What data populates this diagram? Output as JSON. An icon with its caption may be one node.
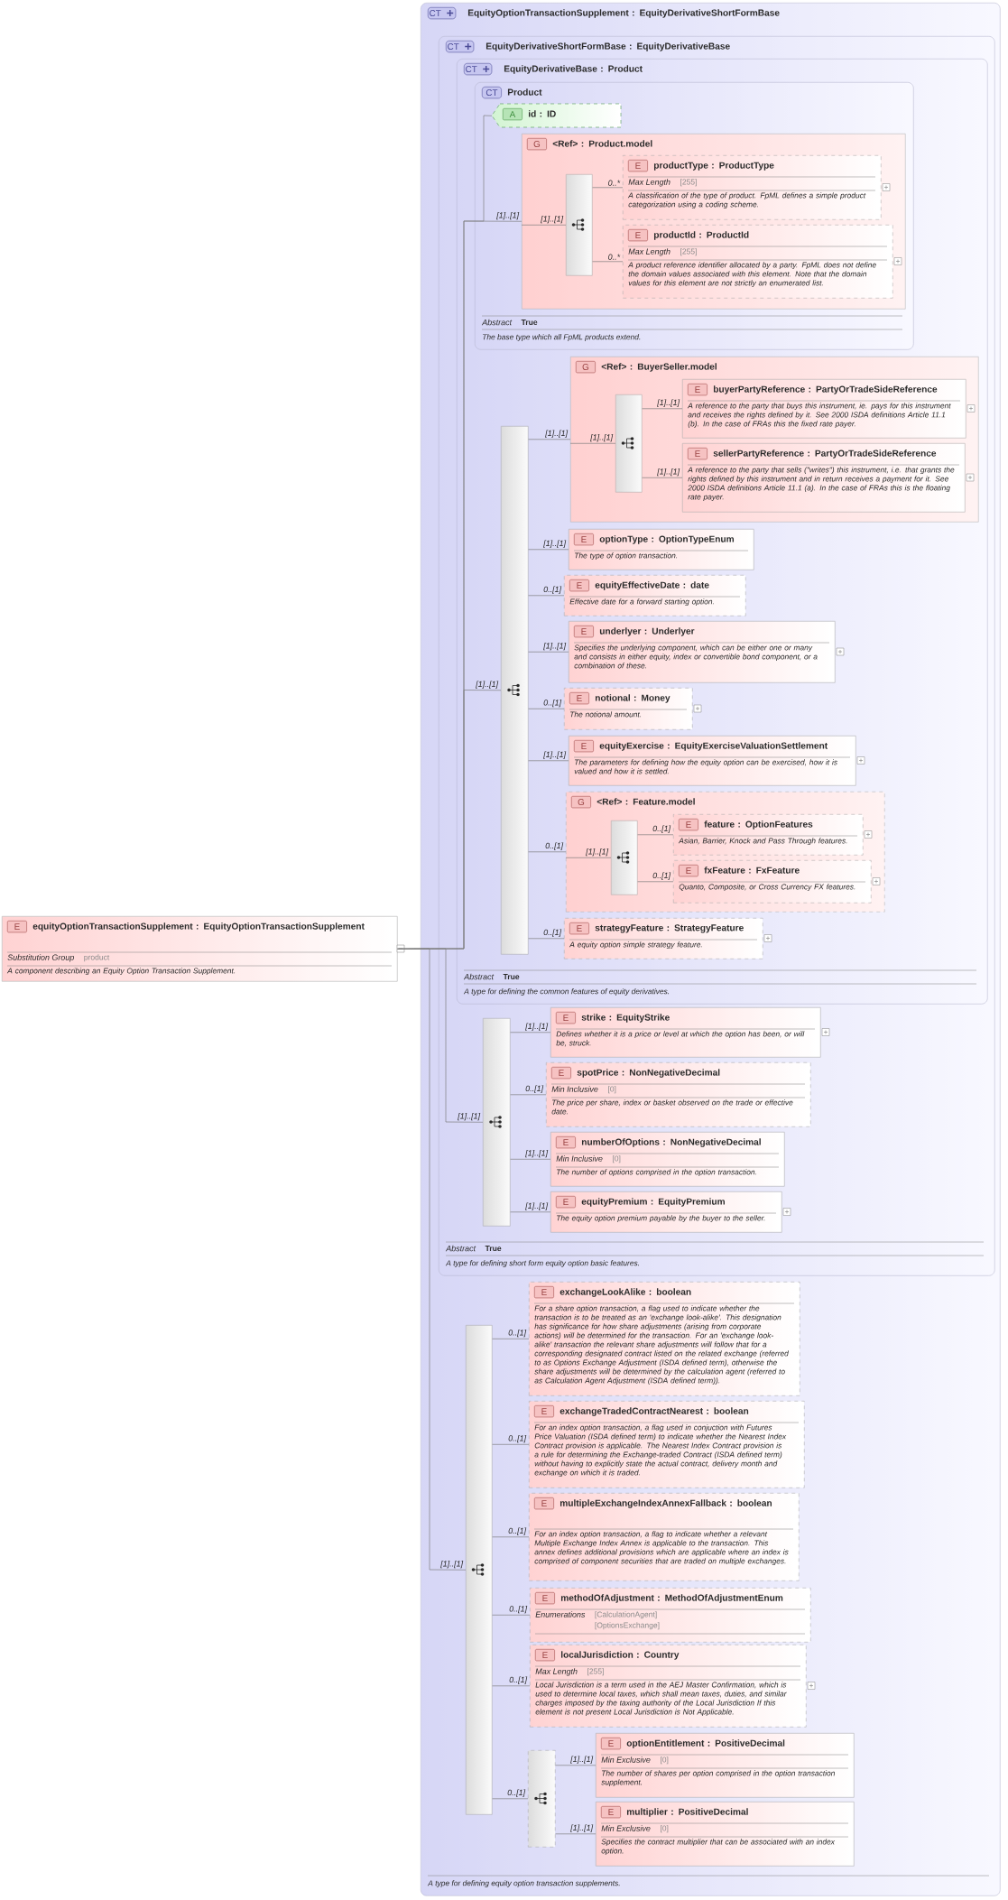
{
  "diagram": {
    "nodes": [
      {
        "text": [
          "E",
          "equityOptionTransactionSupplement : EquityOptionTransactionSupplement",
          "Substitution Group",
          "product",
          "A component describing an Equity Option Transaction Supplement."
        ]
      },
      {
        "text": [
          "CT",
          "EquityOptionTransactionSupplement : EquityDerivativeShortFormBase",
          "A type for defining equity option transaction supplements."
        ]
      },
      {
        "text": [
          "CT",
          "EquityDerivativeShortFormBase : EquityDerivativeBase",
          "Abstract",
          "True",
          "A type for defining short form equity option basic features."
        ],
        "in": 1
      },
      {
        "text": [
          "CT",
          "EquityDerivativeBase : Product",
          "Abstract",
          "True",
          "A type for defining the common features of equity derivatives."
        ],
        "in": 2
      },
      {
        "text": [
          "CT",
          "Product",
          "Abstract",
          "True",
          "The base type which all FpML products extend."
        ],
        "in": 3
      },
      {
        "text": [
          "A",
          "id : ID"
        ],
        "in": 4
      },
      {
        "text": [
          "G",
          "<Ref> : Product.model"
        ],
        "in": 4
      },
      {
        "text": [],
        "shape": "bar",
        "in": 6
      },
      {
        "text": [
          "E",
          "productType : ProductType",
          "Max Length",
          "[255]",
          "A classification of the type of product. FpML defines a simple product categorization using a coding scheme."
        ],
        "in": 6
      },
      {
        "text": [
          "E",
          "productId : ProductId",
          "Max Length",
          "[255]",
          "A product reference identifier allocated by a party. FpML does not define the domain values associated with this element. Note that the domain values for this element are not strictly an enumerated list."
        ],
        "in": 6
      },
      {
        "text": [],
        "shape": "bar",
        "in": 3
      },
      {
        "text": [
          "G",
          "<Ref> : BuyerSeller.model"
        ],
        "in": 3
      },
      {
        "text": [],
        "shape": "bar",
        "in": 11
      },
      {
        "text": [
          "E",
          "buyerPartyReference : PartyOrTradeSideReference",
          "A reference to the party that buys this instrument, ie. pays for this instrument and receives the rights defined by it. See 2000 ISDA definitions Article 11.1 (b). In the case of FRAs this the fixed rate payer."
        ],
        "in": 11
      },
      {
        "text": [
          "E",
          "sellerPartyReference : PartyOrTradeSideReference",
          "A reference to the party that sells (\"writes\") this instrument, i.e. that grants the rights defined by this instrument and in return receives a payment for it. See 2000 ISDA definitions Article 11.1 (a). In the case of FRAs this is the floating rate payer."
        ],
        "in": 11
      },
      {
        "text": [
          "E",
          "optionType : OptionTypeEnum",
          "The type of option transaction."
        ],
        "in": 3
      },
      {
        "text": [
          "E",
          "equityEffectiveDate : date",
          "Effective date for a forward starting option."
        ],
        "in": 3
      },
      {
        "text": [
          "E",
          "underlyer : Underlyer",
          "Specifies the underlying component, which can be either one or many and consists in either equity, index or convertible bond component, or a combination of these."
        ],
        "in": 3
      },
      {
        "text": [
          "E",
          "notional : Money",
          "The notional amount."
        ],
        "in": 3
      },
      {
        "text": [
          "E",
          "equityExercise : EquityExerciseValuationSettlement",
          "The parameters for defining how the equity option can be exercised, how it is valued and how it is settled."
        ],
        "in": 3
      },
      {
        "text": [
          "G",
          "<Ref> : Feature.model"
        ],
        "in": 3
      },
      {
        "text": [],
        "shape": "bar",
        "in": 20
      },
      {
        "text": [
          "E",
          "feature : OptionFeatures",
          "Asian, Barrier, Knock and Pass Through features."
        ],
        "in": 20
      },
      {
        "text": [
          "E",
          "fxFeature : FxFeature",
          "Quanto, Composite, or Cross Currency FX features."
        ],
        "in": 20
      },
      {
        "text": [
          "E",
          "strategyFeature : StrategyFeature",
          "A equity option simple strategy feature."
        ],
        "in": 3
      },
      {
        "text": [],
        "shape": "bar",
        "in": 2
      },
      {
        "text": [
          "E",
          "strike : EquityStrike",
          "Defines whether it is a price or level at which the option has been, or will be, struck."
        ],
        "in": 2
      },
      {
        "text": [
          "E",
          "spotPrice : NonNegativeDecimal",
          "Min Inclusive",
          "[0]",
          "The price per share, index or basket observed on the trade or effective date."
        ],
        "in": 2
      },
      {
        "text": [
          "E",
          "numberOfOptions : NonNegativeDecimal",
          "Min Inclusive",
          "[0]",
          "The number of options comprised in the option transaction."
        ],
        "in": 2
      },
      {
        "text": [
          "E",
          "equityPremium : EquityPremium",
          "The equity option premium payable by the buyer to the seller."
        ],
        "in": 2
      },
      {
        "text": [],
        "shape": "bar",
        "in": 1
      },
      {
        "text": [
          "E",
          "exchangeLookAlike : boolean",
          "For a share option transaction, a flag used to indicate whether the transaction is to be treated as an 'exchange look-alike'. This designation has significance for how share adjustments (arising from corporate actions) will be determined for the transaction. For an 'exchange look-alike' transaction the relevant share adjustments will follow that for a corresponding designated contract listed on the related exchange (referred to as Options Exchange Adjustment (ISDA defined term), otherwise the share adjustments will be determined by the calculation agent (referred to as Calculation Agent Adjustment (ISDA defined term))."
        ],
        "in": 1
      },
      {
        "text": [
          "E",
          "exchangeTradedContractNearest : boolean",
          "For an index option transaction, a flag used in conjuction with Futures Price Valuation (ISDA defined term) to indicate whether the Nearest Index Contract provision is applicable. The Nearest Index Contract provision is a rule for determining the Exchange-traded Contract (ISDA defined term) without having to explicitly state the actual contract, delivery month and exchange on which it is traded."
        ],
        "in": 1
      },
      {
        "text": [
          "E",
          "multipleExchangeIndexAnnexFallback : boolean",
          "For an index option transaction, a flag to indicate whether a relevant Multiple Exchange Index Annex is applicable to the transaction. This annex defines additional provisions which are applicable where an index is comprised of component securities that are traded on multiple exchanges."
        ],
        "in": 1
      },
      {
        "text": [
          "E",
          "methodOfAdjustment : MethodOfAdjustmentEnum",
          "Enumerations",
          "[CalculationAgent]",
          "[OptionsExchange]"
        ],
        "in": 1
      },
      {
        "text": [
          "E",
          "localJurisdiction : Country",
          "Max Length",
          "[255]",
          "Local Jurisdiction is a term used in the AEJ Master Confirmation, which is used to determine local taxes, which shall mean taxes, duties, and similar charges imposed by the taxing authority of the Local Jurisdiction If this element is not present Local Jurisdiction is Not Applicable."
        ],
        "in": 1
      },
      {
        "text": [],
        "shape": "bar",
        "in": 1
      },
      {
        "text": [
          "E",
          "optionEntitlement : PositiveDecimal",
          "Min Exclusive",
          "[0]",
          "The number of shares per option comprised in the option transaction supplement."
        ],
        "in": 1
      },
      {
        "text": [
          "E",
          "multiplier : PositiveDecimal",
          "Min Exclusive",
          "[0]",
          "Specifies the contract multiplier that can be associated with an index option."
        ],
        "in": 1
      }
    ],
    "edges": [
      {
        "from": 0,
        "to": 5,
        "arrow": "none"
      },
      {
        "from": 0,
        "to": 6,
        "arrow": "none",
        "label": "[1]..[1]"
      },
      {
        "from": 6,
        "to": 7,
        "arrow": "none",
        "label": "[1]..[1]"
      },
      {
        "from": 7,
        "to": 8,
        "arrow": "none",
        "label": "0..*"
      },
      {
        "from": 7,
        "to": 9,
        "arrow": "none",
        "label": "0..*"
      },
      {
        "from": 0,
        "to": 10,
        "arrow": "none",
        "label": "[1]..[1]"
      },
      {
        "from": 10,
        "to": 11,
        "arrow": "none",
        "label": "[1]..[1]"
      },
      {
        "from": 11,
        "to": 12,
        "arrow": "none",
        "label": "[1]..[1]"
      },
      {
        "from": 12,
        "to": 13,
        "arrow": "none",
        "label": "[1]..[1]"
      },
      {
        "from": 12,
        "to": 14,
        "arrow": "none",
        "label": "[1]..[1]"
      },
      {
        "from": 10,
        "to": 15,
        "arrow": "none",
        "label": "[1]..[1]"
      },
      {
        "from": 10,
        "to": 16,
        "arrow": "none",
        "label": "0..[1]"
      },
      {
        "from": 10,
        "to": 17,
        "arrow": "none",
        "label": "[1]..[1]"
      },
      {
        "from": 10,
        "to": 18,
        "arrow": "none",
        "label": "0..[1]"
      },
      {
        "from": 10,
        "to": 19,
        "arrow": "none",
        "label": "[1]..[1]"
      },
      {
        "from": 10,
        "to": 20,
        "arrow": "none",
        "label": "0..[1]"
      },
      {
        "from": 20,
        "to": 21,
        "arrow": "none",
        "label": "[1]..[1]"
      },
      {
        "from": 21,
        "to": 22,
        "arrow": "none",
        "label": "0..[1]"
      },
      {
        "from": 21,
        "to": 23,
        "arrow": "none",
        "label": "0..[1]"
      },
      {
        "from": 10,
        "to": 24,
        "arrow": "none",
        "label": "0..[1]"
      },
      {
        "from": 0,
        "to": 25,
        "arrow": "none",
        "label": "[1]..[1]"
      },
      {
        "from": 25,
        "to": 26,
        "arrow": "none",
        "label": "[1]..[1]"
      },
      {
        "from": 25,
        "to": 27,
        "arrow": "none",
        "label": "0..[1]"
      },
      {
        "from": 25,
        "to": 28,
        "arrow": "none",
        "label": "[1]..[1]"
      },
      {
        "from": 25,
        "to": 29,
        "arrow": "none",
        "label": "[1]..[1]"
      },
      {
        "from": 0,
        "to": 30,
        "arrow": "none",
        "label": "[1]..[1]"
      },
      {
        "from": 30,
        "to": 31,
        "arrow": "none",
        "label": "0..[1]"
      },
      {
        "from": 30,
        "to": 32,
        "arrow": "none",
        "label": "0..[1]"
      },
      {
        "from": 30,
        "to": 33,
        "arrow": "none",
        "label": "0..[1]"
      },
      {
        "from": 30,
        "to": 34,
        "arrow": "none",
        "label": "0..[1]"
      },
      {
        "from": 30,
        "to": 35,
        "arrow": "none",
        "label": "0..[1]"
      },
      {
        "from": 30,
        "to": 36,
        "arrow": "none",
        "label": "0..[1]"
      },
      {
        "from": 36,
        "to": 37,
        "arrow": "none",
        "label": "[1]..[1]"
      },
      {
        "from": 36,
        "to": 38,
        "arrow": "none",
        "label": "[1]..[1]"
      }
    ]
  }
}
